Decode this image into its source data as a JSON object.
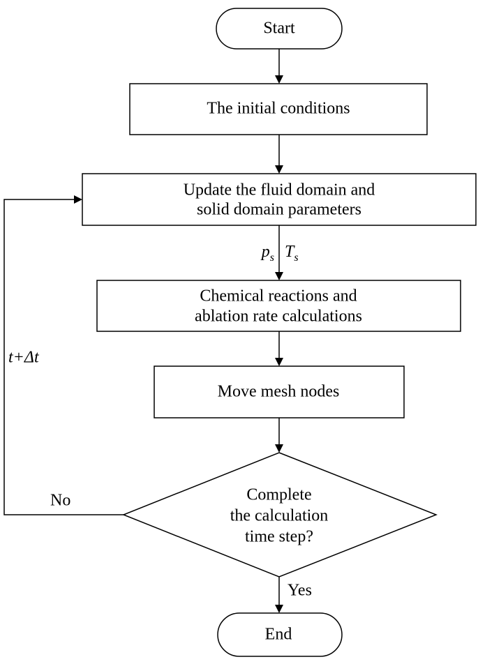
{
  "flowchart": {
    "start_label": "Start",
    "initial_conditions_label": "The initial conditions",
    "update_label_line1": "Update the fluid domain and",
    "update_label_line2": "solid domain parameters",
    "chemical_label_line1": "Chemical reactions and",
    "chemical_label_line2": "ablation rate calculations",
    "move_mesh_label": "Move mesh nodes",
    "decision_line1": "Complete",
    "decision_line2": "the calculation",
    "decision_line3": "time step?",
    "end_label": "End",
    "edge_labels": {
      "ps_main": "p",
      "ps_sub": "s",
      "ts_main": "T",
      "ts_sub": "s",
      "loop": "t+Δt",
      "no": "No",
      "yes": "Yes"
    }
  }
}
